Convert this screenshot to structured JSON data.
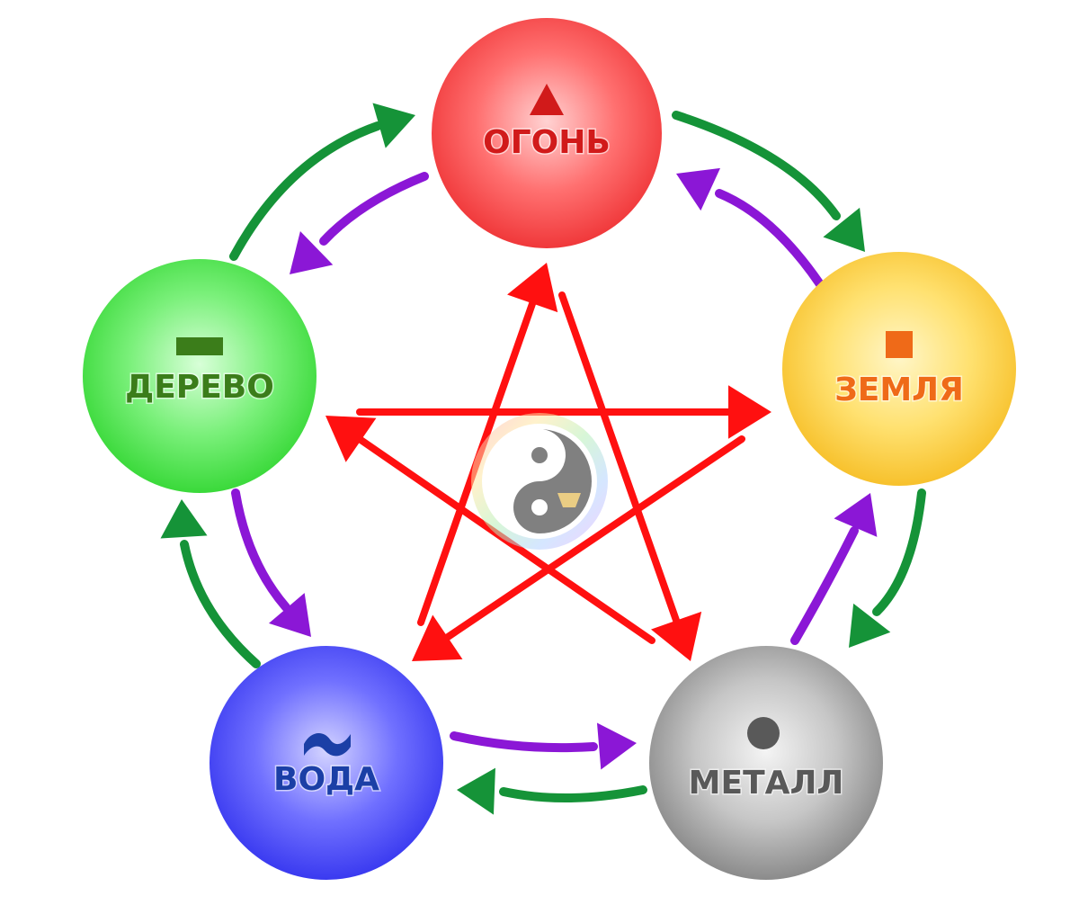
{
  "elements": {
    "fire": {
      "label": "ОГОНЬ",
      "color": "#f0383a",
      "text_color": "#d11a1a",
      "symbol": "triangle"
    },
    "earth": {
      "label": "ЗЕМЛЯ",
      "color": "#f7c12c",
      "text_color": "#ef6a18",
      "symbol": "square"
    },
    "metal": {
      "label": "МЕТАЛЛ",
      "color": "#8b8b8b",
      "text_color": "#595959",
      "symbol": "circle"
    },
    "water": {
      "label": "ВОДА",
      "color": "#3a3af0",
      "text_color": "#1b3fa6",
      "symbol": "wave"
    },
    "wood": {
      "label": "ДЕРЕВО",
      "color": "#3ad93a",
      "text_color": "#3b7d1a",
      "symbol": "bar"
    }
  },
  "colors": {
    "generating_cycle": "#159338",
    "weakening_cycle": "#8b17d6",
    "controlling_cycle": "#ff1010"
  },
  "center_emblem": "yin-yang-emblem"
}
